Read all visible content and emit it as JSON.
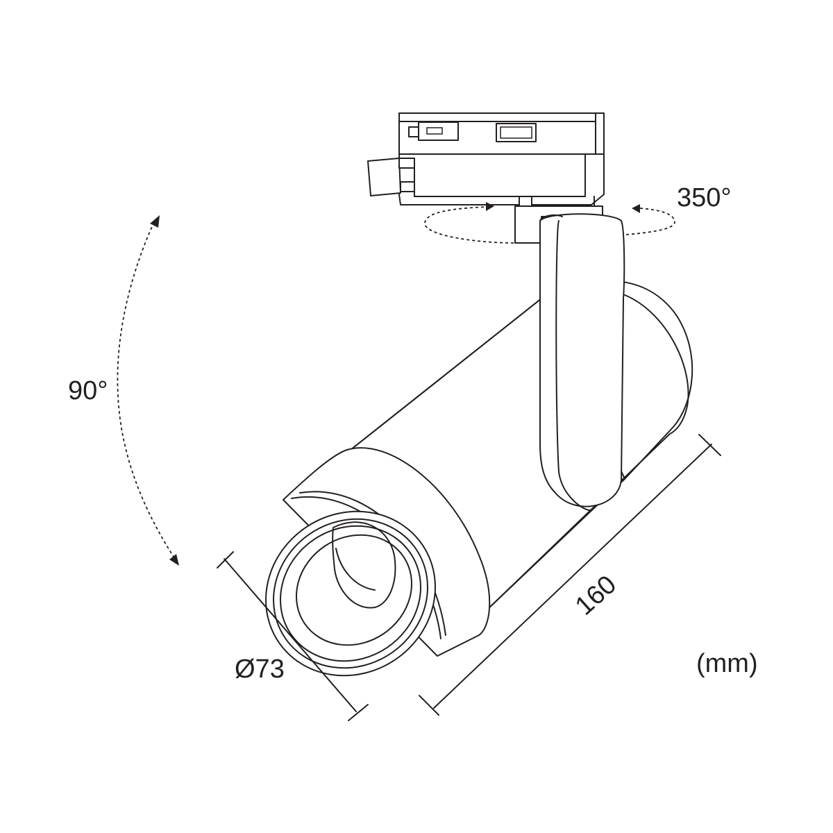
{
  "labels": {
    "rotation_horizontal": "350°",
    "rotation_vertical": "90°",
    "diameter": "Ø73",
    "length": "160",
    "unit": "(mm)"
  },
  "colors": {
    "line": "#231f20",
    "background": "#ffffff"
  }
}
